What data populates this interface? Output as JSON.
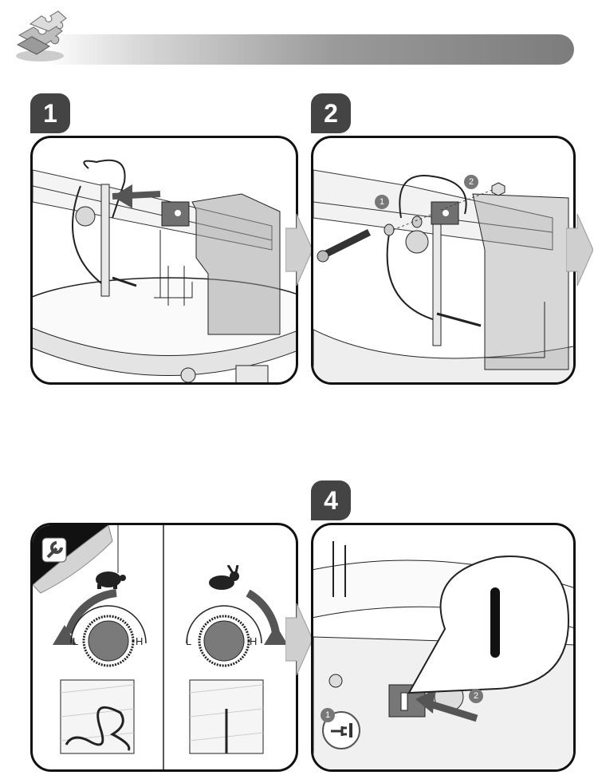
{
  "steps": [
    {
      "number": "1"
    },
    {
      "number": "2"
    },
    {
      "number": "4"
    }
  ],
  "callouts": {
    "step2_a": "1",
    "step2_b": "2",
    "step4_a": "1",
    "step4_b": "2"
  },
  "dials": {
    "low_label": "L",
    "high_label": "H"
  },
  "icons": {
    "header": "puzzle-pieces-icon",
    "slow": "turtle-icon",
    "fast": "rabbit-icon",
    "tool": "wrench-icon",
    "power": "plug-icon"
  },
  "colors": {
    "badge": "#444444",
    "header_gradient_end": "#7c7c7c",
    "arrow_fill": "#cfcfcf"
  }
}
